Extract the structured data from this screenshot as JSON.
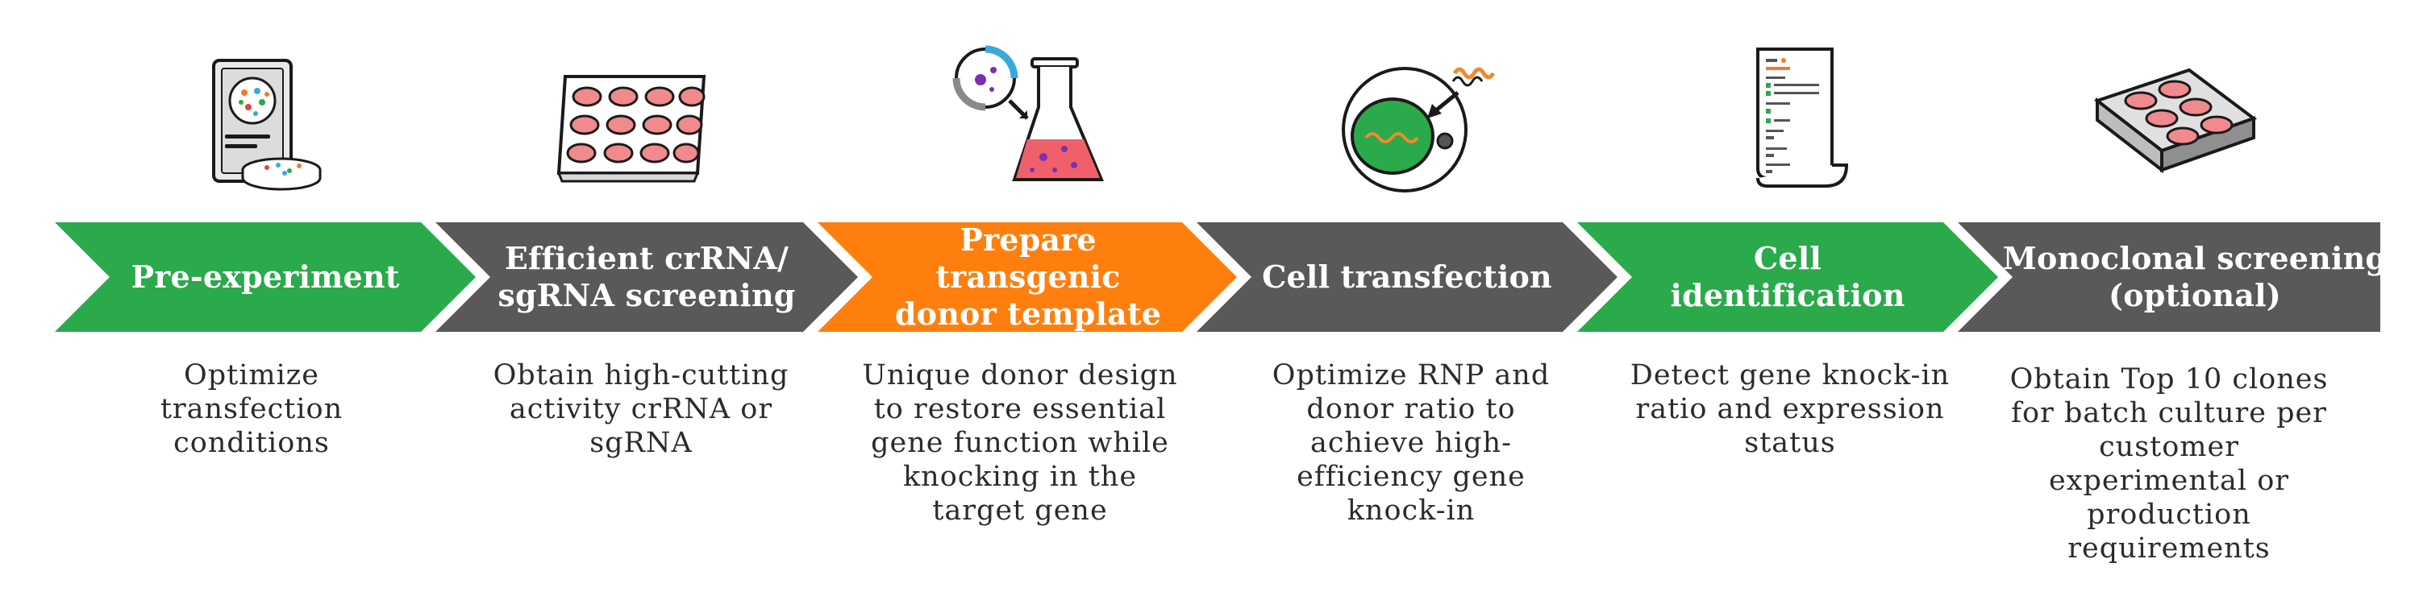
{
  "colors": {
    "green": "#2aaa4a",
    "gray": "#5a5959",
    "orange": "#ff7f0e",
    "text": "#2b2b2b"
  },
  "steps": [
    {
      "label_lines": [
        "Pre-experiment"
      ],
      "description": "Optimize transfection conditions",
      "color": "green",
      "icon": "protocol-tablet-petri-dish-icon"
    },
    {
      "label_lines": [
        "Efficient crRNA/",
        "sgRNA screening"
      ],
      "description": "Obtain high-cutting activity crRNA or sgRNA",
      "color": "gray",
      "icon": "twelve-well-plate-icon"
    },
    {
      "label_lines": [
        "Prepare transgenic",
        "donor template"
      ],
      "description": "Unique donor design to restore essential gene function while knocking in the target gene",
      "color": "orange",
      "icon": "magnifier-flask-icon"
    },
    {
      "label_lines": [
        "Cell transfection"
      ],
      "description": "Optimize RNP and donor ratio to achieve high-efficiency gene knock-in",
      "color": "gray",
      "icon": "cell-transfection-icon"
    },
    {
      "label_lines": [
        "Cell",
        "identification"
      ],
      "description": "Detect gene knock-in ratio and expression status",
      "color": "green",
      "icon": "report-document-icon"
    },
    {
      "label_lines": [
        "Monoclonal screening",
        "(optional)"
      ],
      "description": "Obtain Top 10 clones for batch culture per customer experimental or production requirements",
      "color": "gray",
      "icon": "six-well-plate-icon"
    }
  ]
}
